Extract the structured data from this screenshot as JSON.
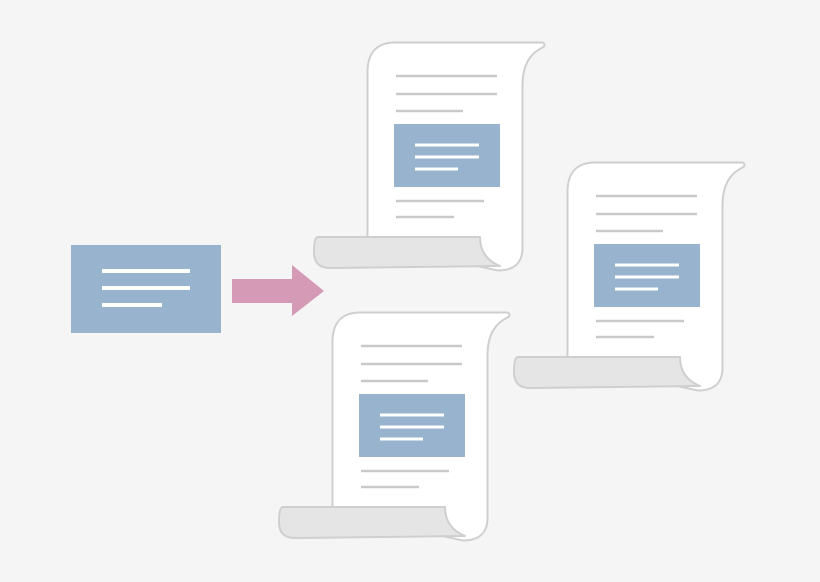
{
  "colors": {
    "background": "#f5f5f5",
    "block": "#97b3cd",
    "block_line": "#ffffff",
    "arrow": "#d49ab6",
    "scroll_fill": "#ffffff",
    "scroll_outline": "#cfcfcf",
    "scroll_curl": "#e5e5e5",
    "text_line": "#c9c9c9"
  },
  "diagram": {
    "source": {
      "name": "source-content-block",
      "icon": "text-block-icon"
    },
    "arrow": {
      "name": "distribute-arrow",
      "icon": "right-arrow-icon"
    },
    "documents": [
      {
        "name": "document-scroll-top",
        "icon": "scroll-document-icon"
      },
      {
        "name": "document-scroll-right",
        "icon": "scroll-document-icon"
      },
      {
        "name": "document-scroll-bottom",
        "icon": "scroll-document-icon"
      }
    ]
  }
}
